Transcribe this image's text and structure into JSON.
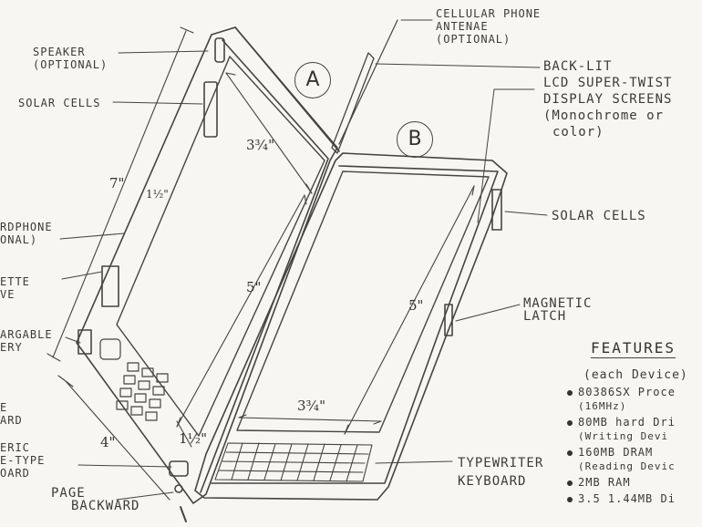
{
  "labels": {
    "cellular_antenna": [
      "CELLULAR PHONE",
      "ANTENAE",
      "(OPTIONAL)"
    ],
    "speaker": [
      "SPEAKER",
      "(OPTIONAL)"
    ],
    "solar_cells_left": "SOLAR CELLS",
    "back_lit": [
      "BACK-LIT",
      "LCD SUPER-TWIST",
      "DISPLAY SCREENS",
      "(Monochrome or",
      "color)"
    ],
    "solar_cells_right": "SOLAR CELLS",
    "microphone": [
      "RDPHONE",
      "ONAL)"
    ],
    "cassette": [
      "ETTE",
      "VE"
    ],
    "rechargeable": [
      "ARGABLE",
      "ERY"
    ],
    "left_board": [
      "E",
      "ARD"
    ],
    "ergonomic": [
      "ERIC",
      "E-TYPE",
      "OARD"
    ],
    "page_backward": [
      "PAGE",
      "BACKWARD"
    ],
    "magnetic_latch": [
      "MAGNETIC",
      "LATCH"
    ],
    "typewriter_keyboard": [
      "TYPEWRITER",
      "KEYBOARD"
    ]
  },
  "markers": {
    "a": "A",
    "b": "B"
  },
  "dimensions": {
    "height_7": "7\"",
    "width_3_3_4_top": "3¾\"",
    "height_5_left": "5\"",
    "height_5_right": "5\"",
    "width_3_3_4_bottom": "3¾\"",
    "width_4": "4\"",
    "depth_1_1_2": "1½\"",
    "thickness_top": "1½\""
  },
  "features": {
    "title": "FEATURES",
    "subtitle": "(each Device)",
    "items": [
      {
        "main": "80386SX Proce",
        "sub": "(16MHz)"
      },
      {
        "main": "80MB hard Dri",
        "sub": "(Writing Devi"
      },
      {
        "main": "160MB DRAM",
        "sub": "(Reading Devic"
      },
      {
        "main": "2MB RAM",
        "sub": ""
      },
      {
        "main": "3.5 1.44MB Di",
        "sub": ""
      }
    ]
  },
  "colors": {
    "ink": "#3a3a3a",
    "paper": "#f7f6f2"
  }
}
